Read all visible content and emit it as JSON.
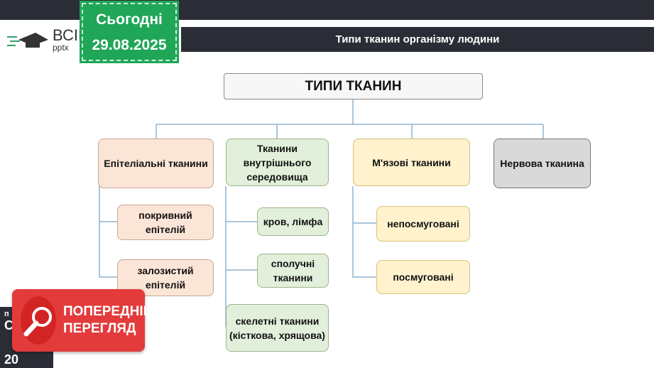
{
  "logo": {
    "name": "ВСІМ",
    "sub": "pptx"
  },
  "date": {
    "label": "Сьогодні",
    "value": "29.08.2025"
  },
  "slide": {
    "title": "Типи тканин організму людини",
    "root": "ТИПИ ТКАНИН",
    "categories": [
      {
        "label": "Епітеліальні тканини",
        "children": [
          "покривний епітелій",
          "залозистий епітелій"
        ]
      },
      {
        "label": "Тканини внутрішнього середовища",
        "children": [
          "кров, лімфа",
          "сполучні тканини",
          "скелетні тканини (кісткова, хрящова)"
        ]
      },
      {
        "label": "М'язові тканини",
        "children": [
          "непосмуговані",
          "посмуговані"
        ]
      },
      {
        "label": "Нервова тканина",
        "children": []
      }
    ]
  },
  "left_panel": {
    "line1": "п",
    "line2": "С",
    "line3": "20"
  },
  "preview_badge": {
    "line1": "ПОПЕРЕДНІЙ",
    "line2": "ПЕРЕГЛЯД"
  },
  "colors": {
    "epithelial": "#fbe5d6",
    "internal": "#e2efda",
    "muscle": "#fff2cc",
    "nerve": "#d9d9d9",
    "badge": "#e33b3b",
    "date": "#1fa657"
  }
}
